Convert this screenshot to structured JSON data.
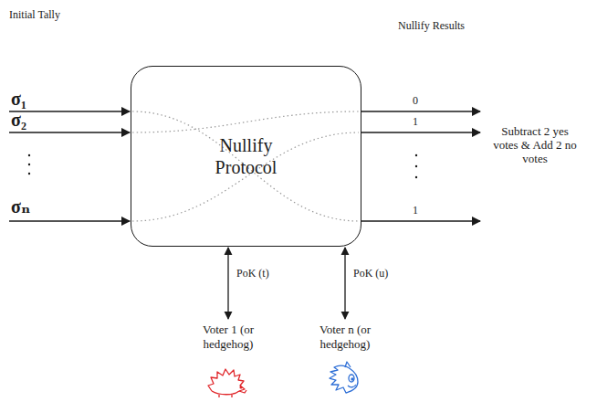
{
  "diagram": {
    "nodes": [
      {
        "text": [
          "Nullify Protocol"
        ]
      },
      {
        "text": [
          "Voter 1 (or hedgehog)"
        ]
      },
      {
        "text": [
          "Voter n (or hedgehog)"
        ]
      }
    ],
    "edges": [
      {
        "from": 0,
        "to": 1,
        "label": "PoK (t)",
        "arrow": "both"
      },
      {
        "from": 0,
        "to": 2,
        "label": "PoK (u)",
        "arrow": "both"
      }
    ],
    "labels": [
      "Initial Tally",
      "Nullify Results",
      "σ₁",
      "σ₂",
      "σₙ",
      "0",
      "1",
      "1",
      "Subtract 2 yes votes & Add 2 no votes"
    ]
  }
}
